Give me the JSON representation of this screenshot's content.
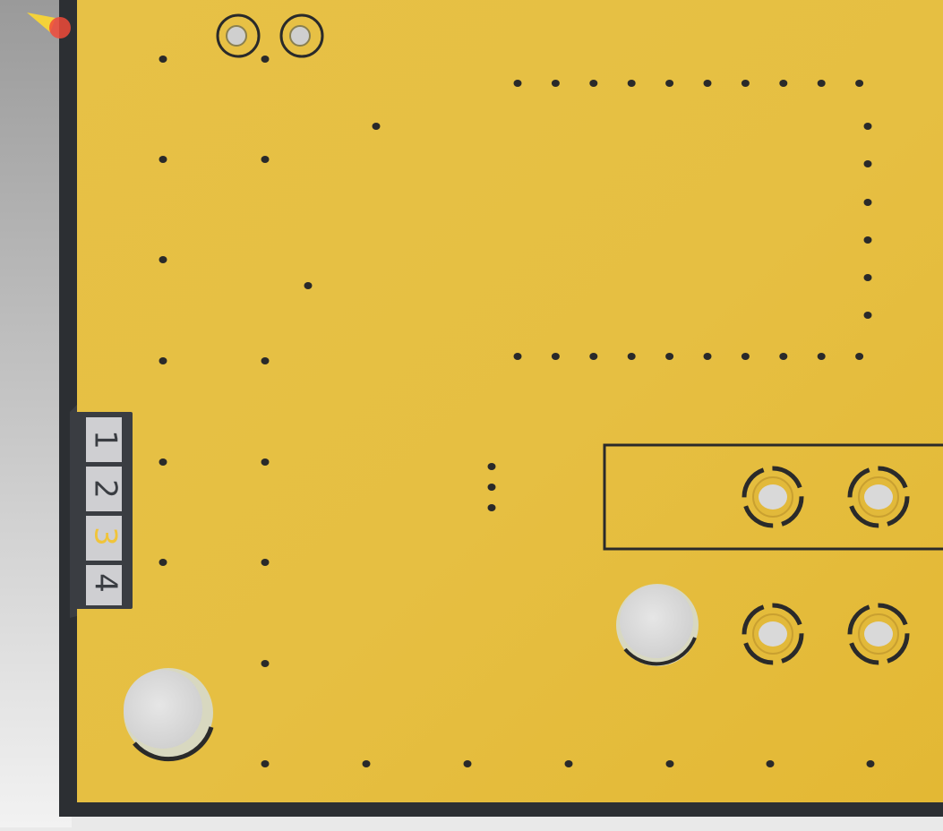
{
  "viewer": {
    "pin_labels": [
      "1",
      "2",
      "3",
      "4"
    ],
    "colors": {
      "board": "#e6bd3e",
      "board_edge": "#2c2f33",
      "background_left": "#b9b9b9",
      "pin_label_bg": "#cfcfd2",
      "pin_label_text": "#3a3d42",
      "pin_label_highlight": "#f0c43a",
      "hole_fill": "#dcdcdc",
      "marker": "#f04a3a"
    },
    "icons": {
      "origin_marker": "origin-marker-icon"
    }
  }
}
